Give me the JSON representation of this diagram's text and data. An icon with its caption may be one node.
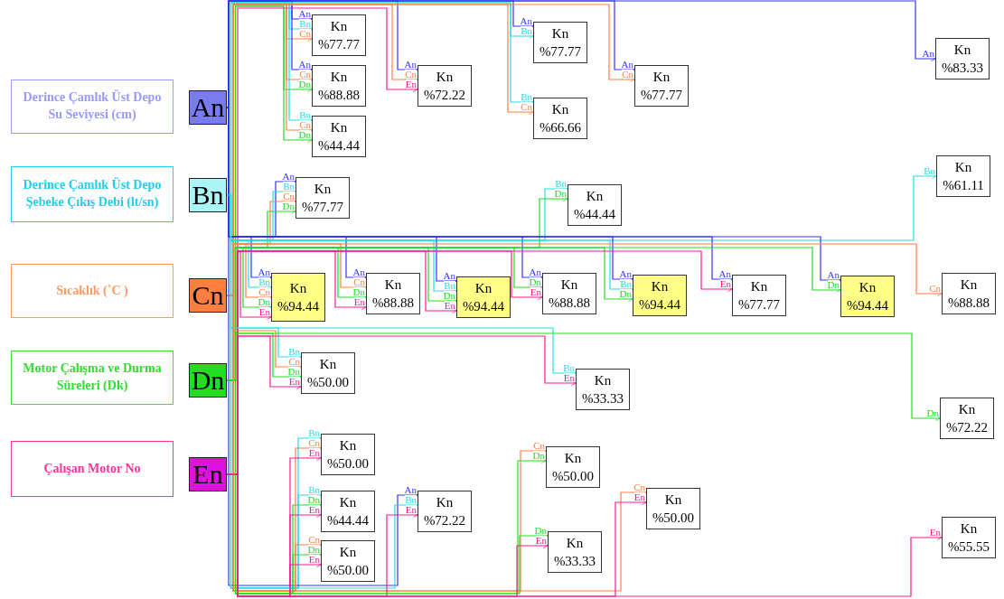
{
  "diagram": {
    "nodes": [
      {
        "text": [
          "Derince Çamlık Üst Depo Su Seviyesi (cm)"
        ]
      },
      {
        "text": [
          "Derince Çamlık Üst Depo Şebeke Çıkış Debi (lt/sn)"
        ]
      },
      {
        "text": [
          "Sıcaklık (˚C )"
        ]
      },
      {
        "text": [
          "Motor Çalışma ve Durma Süreleri (Dk)"
        ]
      },
      {
        "text": [
          "Çalışan Motor No"
        ]
      },
      {
        "text": [
          "An"
        ]
      },
      {
        "text": [
          "Bn"
        ]
      },
      {
        "text": [
          "Cn"
        ]
      },
      {
        "text": [
          "Dn"
        ]
      },
      {
        "text": [
          "En"
        ]
      },
      {
        "text": [
          "Kn",
          "%77.77"
        ]
      },
      {
        "text": [
          "Kn",
          "%88.88"
        ]
      },
      {
        "text": [
          "Kn",
          "%72.22"
        ]
      },
      {
        "text": [
          "Kn",
          "%44.44"
        ]
      },
      {
        "text": [
          "Kn",
          "%77.77"
        ]
      },
      {
        "text": [
          "Kn",
          "%66.66"
        ]
      },
      {
        "text": [
          "Kn",
          "%77.77"
        ]
      },
      {
        "text": [
          "Kn",
          "%83.33"
        ]
      },
      {
        "text": [
          "Kn",
          "%61.11"
        ]
      },
      {
        "text": [
          "Kn",
          "%77.77"
        ]
      },
      {
        "text": [
          "Kn",
          "%44.44"
        ]
      },
      {
        "text": [
          "Kn",
          "%94.44"
        ]
      },
      {
        "text": [
          "Kn",
          "%88.88"
        ]
      },
      {
        "text": [
          "Kn",
          "%94.44"
        ]
      },
      {
        "text": [
          "Kn",
          "%88.88"
        ]
      },
      {
        "text": [
          "Kn",
          "%94.44"
        ]
      },
      {
        "text": [
          "Kn",
          "%77.77"
        ]
      },
      {
        "text": [
          "Kn",
          "%94.44"
        ]
      },
      {
        "text": [
          "Kn",
          "%88.88"
        ]
      },
      {
        "text": [
          "Kn",
          "%50.00"
        ]
      },
      {
        "text": [
          "Kn",
          "%33.33"
        ]
      },
      {
        "text": [
          "Kn",
          "%72.22"
        ]
      },
      {
        "text": [
          "Kn",
          "%50.00"
        ]
      },
      {
        "text": [
          "Kn",
          "%50.00"
        ]
      },
      {
        "text": [
          "Kn",
          "%50.00"
        ]
      },
      {
        "text": [
          "Kn",
          "%44.44"
        ]
      },
      {
        "text": [
          "Kn",
          "%72.22"
        ]
      },
      {
        "text": [
          "Kn",
          "%55.55"
        ]
      },
      {
        "text": [
          "Kn",
          "%33.33"
        ]
      },
      {
        "text": [
          "Kn",
          "%50.00"
        ]
      }
    ],
    "edges": [
      {
        "from": 5,
        "to": 10,
        "arrow": "to",
        "label": "An",
        "color": "#3333ff"
      },
      {
        "from": 6,
        "to": 10,
        "arrow": "to",
        "label": "Bn",
        "color": "#22dde8"
      },
      {
        "from": 7,
        "to": 10,
        "arrow": "to",
        "label": "Cn",
        "color": "#ff8040"
      },
      {
        "from": 5,
        "to": 11,
        "arrow": "to",
        "label": "An",
        "color": "#3333ff"
      },
      {
        "from": 7,
        "to": 11,
        "arrow": "to",
        "label": "Cn",
        "color": "#ff8040"
      },
      {
        "from": 8,
        "to": 11,
        "arrow": "to",
        "label": "Dn",
        "color": "#22dd22"
      },
      {
        "from": 5,
        "to": 12,
        "arrow": "to",
        "label": "An",
        "color": "#3333ff"
      },
      {
        "from": 7,
        "to": 12,
        "arrow": "to",
        "label": "Cn",
        "color": "#ff8040"
      },
      {
        "from": 9,
        "to": 12,
        "arrow": "to",
        "label": "En",
        "color": "#ff1a8c"
      },
      {
        "from": 6,
        "to": 13,
        "arrow": "to",
        "label": "Bn",
        "color": "#22dde8"
      },
      {
        "from": 7,
        "to": 13,
        "arrow": "to",
        "label": "Cn",
        "color": "#ff8040"
      },
      {
        "from": 8,
        "to": 13,
        "arrow": "to",
        "label": "Dn",
        "color": "#22dd22"
      },
      {
        "from": 5,
        "to": 14,
        "arrow": "to",
        "label": "An",
        "color": "#3333ff"
      },
      {
        "from": 6,
        "to": 14,
        "arrow": "to",
        "label": "Bn",
        "color": "#22dde8"
      },
      {
        "from": 6,
        "to": 15,
        "arrow": "to",
        "label": "Bn",
        "color": "#22dde8"
      },
      {
        "from": 7,
        "to": 15,
        "arrow": "to",
        "label": "Cn",
        "color": "#ff8040"
      },
      {
        "from": 5,
        "to": 16,
        "arrow": "to",
        "label": "An",
        "color": "#3333ff"
      },
      {
        "from": 7,
        "to": 16,
        "arrow": "to",
        "label": "Cn",
        "color": "#ff8040"
      },
      {
        "from": 5,
        "to": 17,
        "arrow": "to",
        "label": "An",
        "color": "#3333ff"
      },
      {
        "from": 6,
        "to": 18,
        "arrow": "to",
        "label": "Bn",
        "color": "#22dde8"
      },
      {
        "from": 5,
        "to": 19,
        "arrow": "to",
        "label": "An",
        "color": "#3333ff"
      },
      {
        "from": 6,
        "to": 19,
        "arrow": "to",
        "label": "Bn",
        "color": "#22dde8"
      },
      {
        "from": 7,
        "to": 19,
        "arrow": "to",
        "label": "Cn",
        "color": "#ff8040"
      },
      {
        "from": 8,
        "to": 19,
        "arrow": "to",
        "label": "Dn",
        "color": "#22dd22"
      },
      {
        "from": 6,
        "to": 20,
        "arrow": "to",
        "label": "Bn",
        "color": "#22dde8"
      },
      {
        "from": 8,
        "to": 20,
        "arrow": "to",
        "label": "Dn",
        "color": "#22dd22"
      },
      {
        "from": 5,
        "to": 21,
        "arrow": "to",
        "label": "An",
        "color": "#3333ff"
      },
      {
        "from": 6,
        "to": 21,
        "arrow": "to",
        "label": "Bn",
        "color": "#22dde8"
      },
      {
        "from": 7,
        "to": 21,
        "arrow": "to",
        "label": "Cn",
        "color": "#ff8040"
      },
      {
        "from": 8,
        "to": 21,
        "arrow": "to",
        "label": "Dn",
        "color": "#22dd22"
      },
      {
        "from": 9,
        "to": 21,
        "arrow": "to",
        "label": "En",
        "color": "#ff1a8c"
      },
      {
        "from": 5,
        "to": 22,
        "arrow": "to",
        "label": "An",
        "color": "#3333ff"
      },
      {
        "from": 7,
        "to": 22,
        "arrow": "to",
        "label": "Cn",
        "color": "#ff8040"
      },
      {
        "from": 8,
        "to": 22,
        "arrow": "to",
        "label": "Dn",
        "color": "#22dd22"
      },
      {
        "from": 9,
        "to": 22,
        "arrow": "to",
        "label": "En",
        "color": "#ff1a8c"
      },
      {
        "from": 5,
        "to": 23,
        "arrow": "to",
        "label": "An",
        "color": "#3333ff"
      },
      {
        "from": 6,
        "to": 23,
        "arrow": "to",
        "label": "Bn",
        "color": "#22dde8"
      },
      {
        "from": 8,
        "to": 23,
        "arrow": "to",
        "label": "Dn",
        "color": "#22dd22"
      },
      {
        "from": 9,
        "to": 23,
        "arrow": "to",
        "label": "En",
        "color": "#ff1a8c"
      },
      {
        "from": 5,
        "to": 24,
        "arrow": "to",
        "label": "An",
        "color": "#3333ff"
      },
      {
        "from": 8,
        "to": 24,
        "arrow": "to",
        "label": "Dn",
        "color": "#22dd22"
      },
      {
        "from": 9,
        "to": 24,
        "arrow": "to",
        "label": "En",
        "color": "#ff1a8c"
      },
      {
        "from": 5,
        "to": 25,
        "arrow": "to",
        "label": "An",
        "color": "#3333ff"
      },
      {
        "from": 6,
        "to": 25,
        "arrow": "to",
        "label": "Bn",
        "color": "#22dde8"
      },
      {
        "from": 8,
        "to": 25,
        "arrow": "to",
        "label": "Dn",
        "color": "#22dd22"
      },
      {
        "from": 5,
        "to": 26,
        "arrow": "to",
        "label": "An",
        "color": "#3333ff"
      },
      {
        "from": 9,
        "to": 26,
        "arrow": "to",
        "label": "En",
        "color": "#ff1a8c"
      },
      {
        "from": 5,
        "to": 27,
        "arrow": "to",
        "label": "An",
        "color": "#3333ff"
      },
      {
        "from": 8,
        "to": 27,
        "arrow": "to",
        "label": "Dn",
        "color": "#22dd22"
      },
      {
        "from": 7,
        "to": 28,
        "arrow": "to",
        "label": "Cn",
        "color": "#ff8040"
      },
      {
        "from": 6,
        "to": 29,
        "arrow": "to",
        "label": "Bn",
        "color": "#22dde8"
      },
      {
        "from": 7,
        "to": 29,
        "arrow": "to",
        "label": "Cn",
        "color": "#ff8040"
      },
      {
        "from": 8,
        "to": 29,
        "arrow": "to",
        "label": "Dn",
        "color": "#22dd22"
      },
      {
        "from": 9,
        "to": 29,
        "arrow": "to",
        "label": "En",
        "color": "#ff1a8c"
      },
      {
        "from": 6,
        "to": 30,
        "arrow": "to",
        "label": "Bn",
        "color": "#22dde8"
      },
      {
        "from": 9,
        "to": 30,
        "arrow": "to",
        "label": "En",
        "color": "#ff1a8c"
      },
      {
        "from": 8,
        "to": 31,
        "arrow": "to",
        "label": "Dn",
        "color": "#22dd22"
      },
      {
        "from": 6,
        "to": 32,
        "arrow": "to",
        "label": "Bn",
        "color": "#22dde8"
      },
      {
        "from": 7,
        "to": 32,
        "arrow": "to",
        "label": "Cn",
        "color": "#ff8040"
      },
      {
        "from": 9,
        "to": 32,
        "arrow": "to",
        "label": "En",
        "color": "#ff1a8c"
      },
      {
        "from": 7,
        "to": 33,
        "arrow": "to",
        "label": "Cn",
        "color": "#ff8040"
      },
      {
        "from": 8,
        "to": 33,
        "arrow": "to",
        "label": "Dn",
        "color": "#22dd22"
      },
      {
        "from": 7,
        "to": 34,
        "arrow": "to",
        "label": "Cn",
        "color": "#ff8040"
      },
      {
        "from": 9,
        "to": 34,
        "arrow": "to",
        "label": "En",
        "color": "#ff1a8c"
      },
      {
        "from": 6,
        "to": 35,
        "arrow": "to",
        "label": "Bn",
        "color": "#22dde8"
      },
      {
        "from": 8,
        "to": 35,
        "arrow": "to",
        "label": "Dn",
        "color": "#22dd22"
      },
      {
        "from": 9,
        "to": 35,
        "arrow": "to",
        "label": "En",
        "color": "#ff1a8c"
      },
      {
        "from": 5,
        "to": 36,
        "arrow": "to",
        "label": "An",
        "color": "#3333ff"
      },
      {
        "from": 6,
        "to": 36,
        "arrow": "to",
        "label": "Bn",
        "color": "#22dde8"
      },
      {
        "from": 9,
        "to": 36,
        "arrow": "to",
        "label": "En",
        "color": "#ff1a8c"
      },
      {
        "from": 9,
        "to": 37,
        "arrow": "to",
        "label": "En",
        "color": "#ff1a8c"
      },
      {
        "from": 8,
        "to": 38,
        "arrow": "to",
        "label": "Dn",
        "color": "#22dd22"
      },
      {
        "from": 9,
        "to": 38,
        "arrow": "to",
        "label": "En",
        "color": "#ff1a8c"
      },
      {
        "from": 7,
        "to": 39,
        "arrow": "to",
        "label": "Cn",
        "color": "#ff8040"
      },
      {
        "from": 8,
        "to": 39,
        "arrow": "to",
        "label": "Dn",
        "color": "#22dd22"
      },
      {
        "from": 9,
        "to": 39,
        "arrow": "to",
        "label": "En",
        "color": "#ff1a8c"
      }
    ]
  }
}
